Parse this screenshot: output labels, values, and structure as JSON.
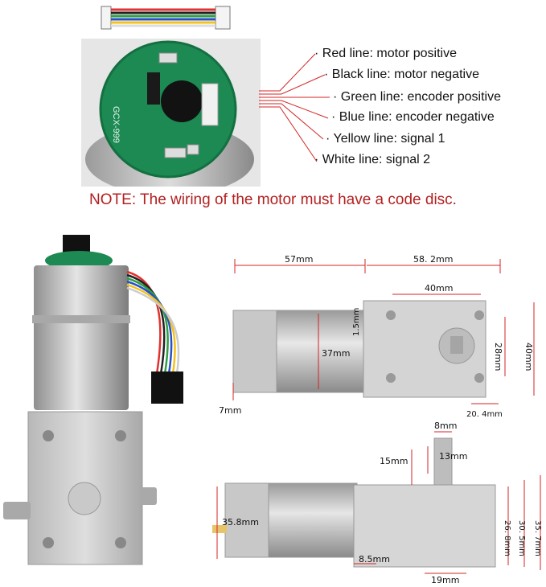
{
  "wiring": {
    "lines": [
      {
        "label": "· Red line: motor positive",
        "color": "#e0322f"
      },
      {
        "label": "· Black line: motor negative",
        "color": "#222222"
      },
      {
        "label": "· Green line: encoder positive",
        "color": "#2f9e44"
      },
      {
        "label": "· Blue line: encoder negative",
        "color": "#2850c8"
      },
      {
        "label": "· Yellow line: signal 1",
        "color": "#f2c21b"
      },
      {
        "label": "· White line: signal 2",
        "color": "#dddddd"
      }
    ],
    "note": "NOTE: The wiring of the motor must have a code disc.",
    "board_text": "GCX-999"
  },
  "dimensions": {
    "top_view": {
      "motor_length": "57mm",
      "gearbox_length": "58. 2mm",
      "hole_spacing_h": "40mm",
      "hole_diameter": "1.5mm",
      "motor_diameter": "37mm",
      "hole_spacing_v": "28mm",
      "gearbox_height": "40mm",
      "shaft_offset": "20. 4mm",
      "terminal": "7mm"
    },
    "side_view": {
      "shaft_diameter": "8mm",
      "shaft_length": "15mm",
      "flat_length": "13mm",
      "motor_diameter": "35.8mm",
      "gearbox_total": "35. 7mm",
      "gearbox_mid": "30. 5mm",
      "gearbox_inner": "26. 8mm",
      "terminal": "8.5mm",
      "shaft_position": "19mm"
    }
  },
  "colors": {
    "dimension_line": "#d42424",
    "note": "#b32020"
  }
}
